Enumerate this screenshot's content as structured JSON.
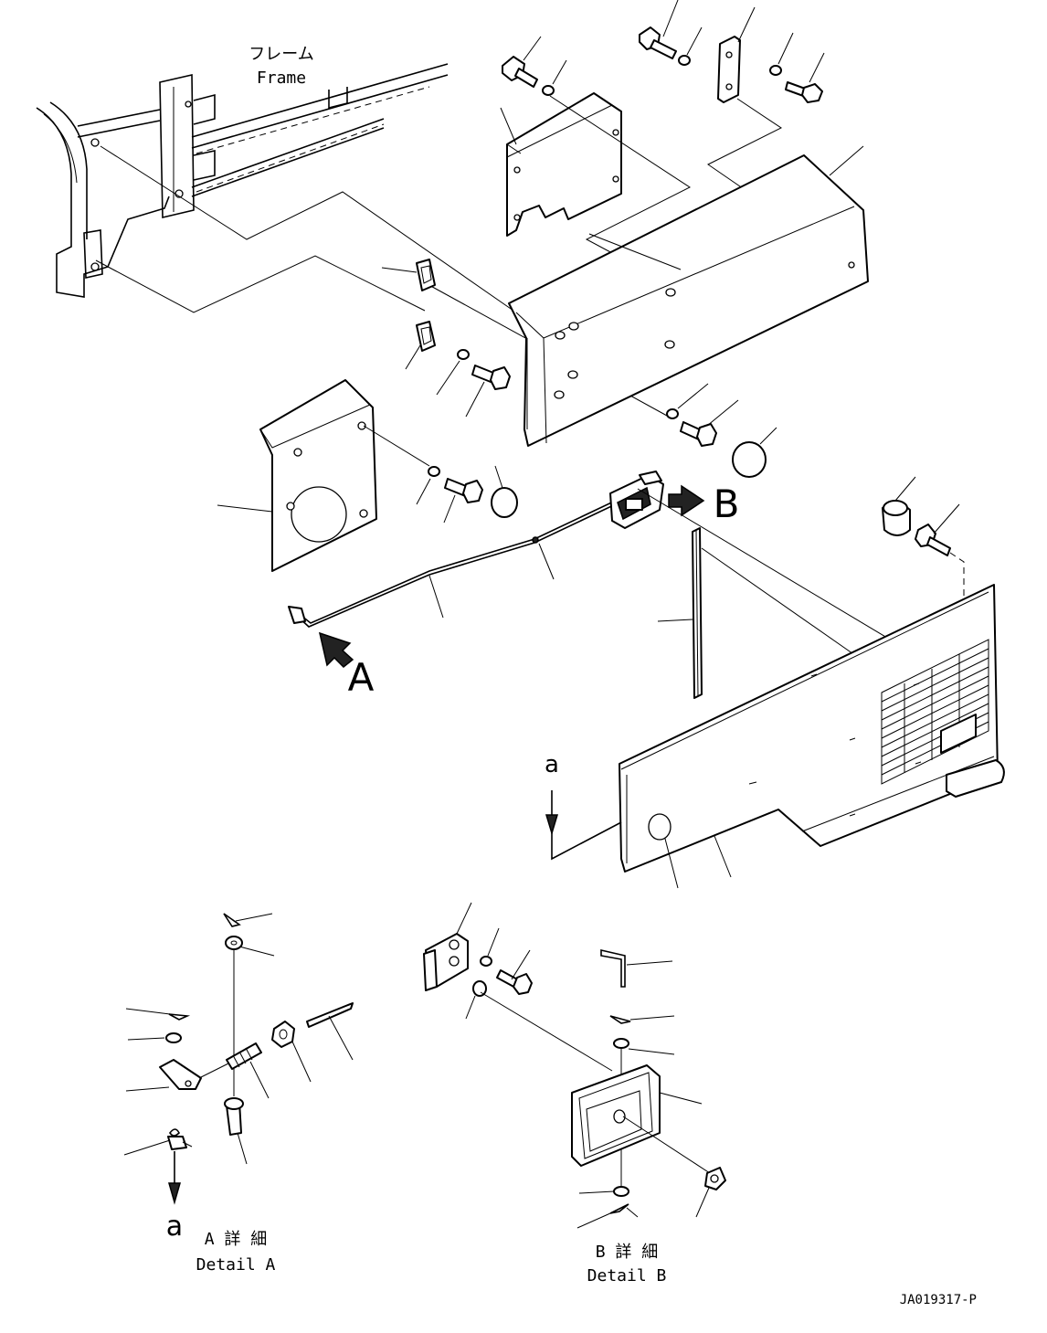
{
  "labels": {
    "frame_jp": "フレーム",
    "frame_en": "Frame",
    "callout_a": "A",
    "callout_b": "B",
    "view_a": "a",
    "detail_a_jp": "A 詳 細",
    "detail_a_en": "Detail A",
    "detail_b_jp": "B 詳 細",
    "detail_b_en": "Detail B",
    "drawing_no": "JA019317-P"
  }
}
